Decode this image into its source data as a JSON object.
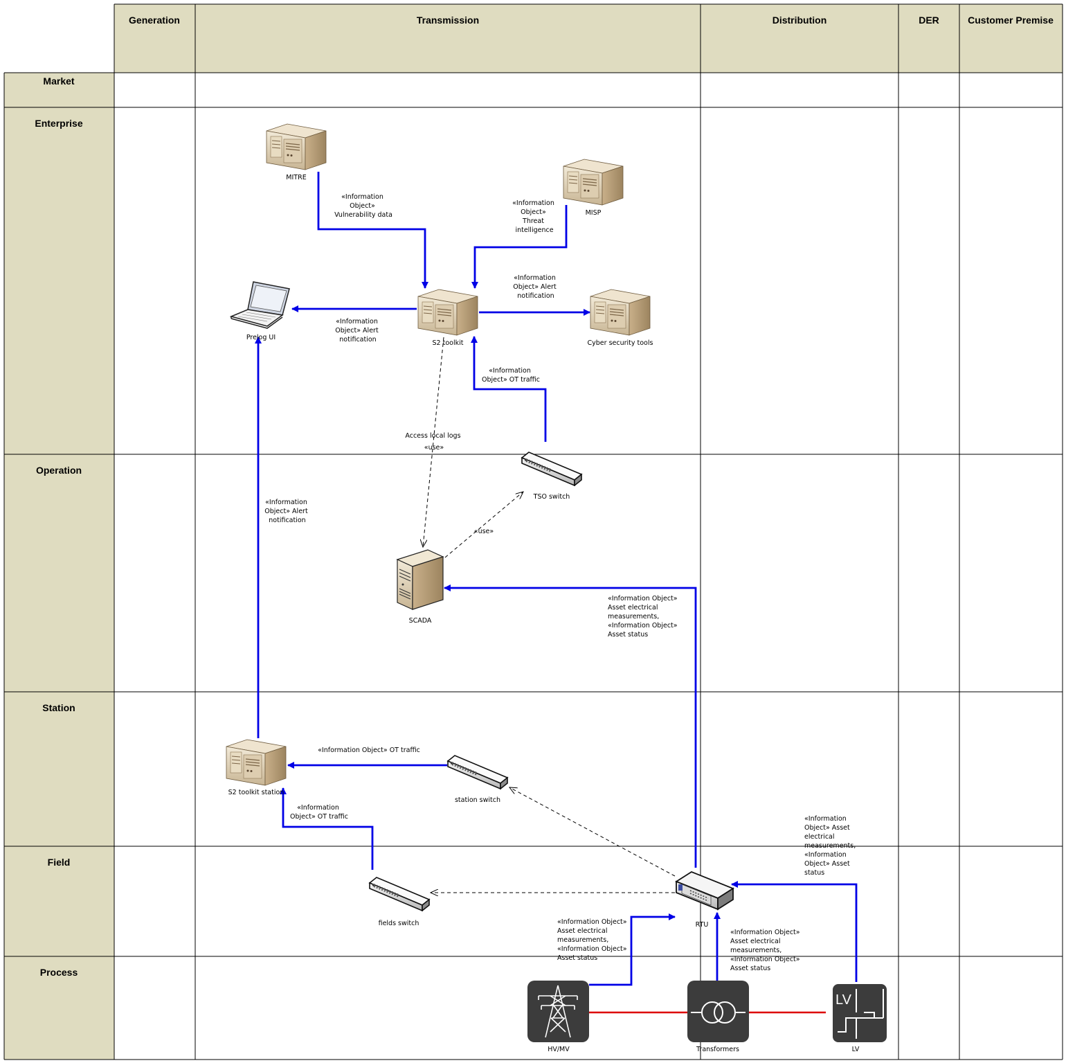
{
  "columns": [
    {
      "id": "generation",
      "label": "Generation"
    },
    {
      "id": "transmission",
      "label": "Transmission"
    },
    {
      "id": "distribution",
      "label": "Distribution"
    },
    {
      "id": "der",
      "label": "DER"
    },
    {
      "id": "customer_premise",
      "label": "Customer Premise"
    }
  ],
  "rows": [
    {
      "id": "market",
      "label": "Market"
    },
    {
      "id": "enterprise",
      "label": "Enterprise"
    },
    {
      "id": "operation",
      "label": "Operation"
    },
    {
      "id": "station",
      "label": "Station"
    },
    {
      "id": "field",
      "label": "Field"
    },
    {
      "id": "process",
      "label": "Process"
    }
  ],
  "nodes": {
    "mitre": {
      "label": "MITRE",
      "icon": "server-tower-icon"
    },
    "misp": {
      "label": "MISP",
      "icon": "server-tower-icon"
    },
    "s2_toolkit": {
      "label": "S2 toolkit",
      "icon": "server-tower-icon"
    },
    "cyber_tools": {
      "label": "Cyber security tools",
      "icon": "server-tower-icon"
    },
    "prelog_ui": {
      "label": "Prelog UI",
      "icon": "laptop-icon"
    },
    "tso_switch": {
      "label": "TSO switch",
      "icon": "network-switch-icon"
    },
    "scada": {
      "label": "SCADA",
      "icon": "server-icon"
    },
    "s2_station": {
      "label": "S2 toolkit station",
      "icon": "server-tower-icon"
    },
    "station_switch": {
      "label": "station switch",
      "icon": "network-switch-icon"
    },
    "fields_switch": {
      "label": "fields switch",
      "icon": "network-switch-icon"
    },
    "rtu": {
      "label": "RTU",
      "icon": "rtu-icon"
    },
    "hvmv": {
      "label": "HV/MV",
      "icon": "transmission-tower-icon"
    },
    "transformers": {
      "label": "Transformers",
      "icon": "transformer-icon"
    },
    "lv": {
      "label": "LV",
      "icon": "lv-panel-icon",
      "badge": "LV"
    }
  },
  "connections": {
    "mitre_to_s2": [
      "«Information",
      "Object»",
      "Vulnerability data"
    ],
    "misp_to_s2": [
      "«Information",
      "Object»",
      "Threat",
      "intelligence"
    ],
    "s2_to_cyber": [
      "«Information",
      "Object» Alert",
      "notification"
    ],
    "s2_to_ui": [
      "«Information",
      "Object» Alert",
      "notification"
    ],
    "tso_to_s2": [
      "«Information",
      "Object» OT traffic"
    ],
    "s2_to_scada": [
      "Access local logs",
      "«use»"
    ],
    "scada_to_tso": [
      "«use»"
    ],
    "station_to_ui": [
      "«Information",
      "Object» Alert",
      "notification"
    ],
    "rtu_to_scada": [
      "«Information Object»",
      "Asset electrical",
      "measurements,",
      "«Information Object»",
      "Asset status"
    ],
    "stsw_to_station": [
      "«Information Object» OT traffic"
    ],
    "fsw_to_station": [
      "«Information",
      "Object» OT traffic"
    ],
    "lv_to_rtu": [
      "«Information",
      "Object» Asset",
      "electrical",
      "measurements,",
      "«Information",
      "Object» Asset",
      "status"
    ],
    "hvmv_to_rtu": [
      "«Information Object»",
      "Asset electrical",
      "measurements,",
      "«Information Object»",
      "Asset status"
    ],
    "trans_to_rtu": [
      "«Information Object»",
      "Asset electrical",
      "measurements,",
      "«Information Object»",
      "Asset status"
    ]
  },
  "colors": {
    "header_fill": "#dfdcc0",
    "flow_arrow": "#0000e6",
    "power_line": "#dd0000",
    "icon_tile": "#3c3c3c"
  }
}
